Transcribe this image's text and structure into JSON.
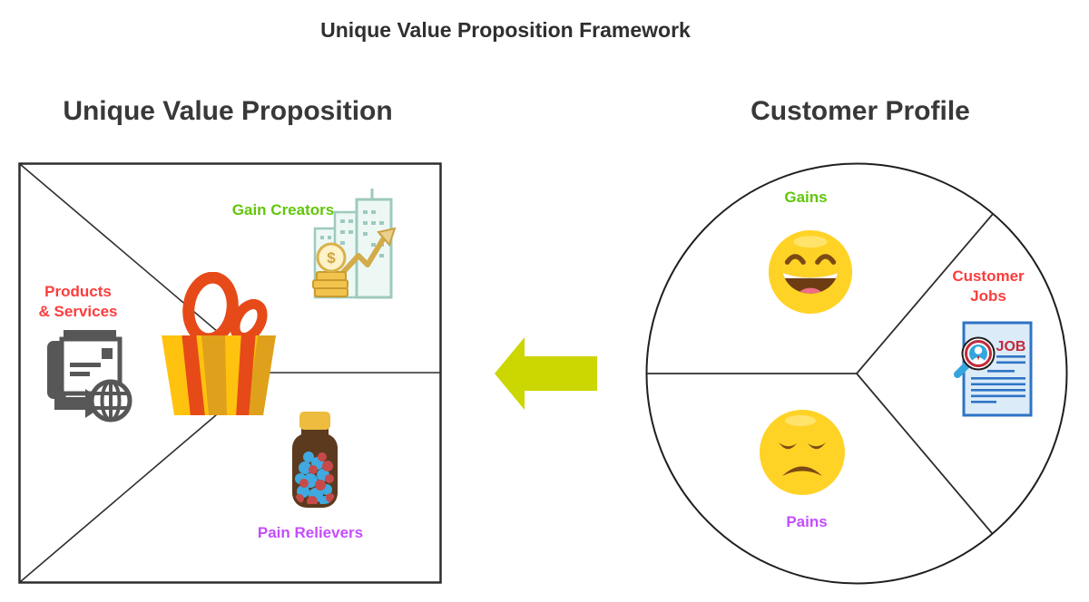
{
  "title": "Unique Value Proposition Framework",
  "colors": {
    "gain_green": "#62c60a",
    "job_red": "#fb3d3d",
    "pain_purple": "#c44dff",
    "arrow_yellow_green": "#ccd600",
    "outline": "#2d2d2d",
    "heading_gray": "#383838"
  },
  "left_panel": {
    "heading": "Unique Value Proposition",
    "shape": "square",
    "center_icon": "gift-bag",
    "coin_symbol": "$",
    "sections": {
      "gain_creators": {
        "label": "Gain Creators",
        "color": "#62c60a",
        "icon": "city-growth-icon"
      },
      "products_services": {
        "label": "Products\n& Services",
        "color": "#fb3d3d",
        "icon": "printer-globe-icon"
      },
      "pain_relievers": {
        "label": "Pain Relievers",
        "color": "#c44dff",
        "icon": "pill-bottle-icon"
      }
    }
  },
  "right_panel": {
    "heading": "Customer Profile",
    "shape": "circle",
    "sections": {
      "gains": {
        "label": "Gains",
        "color": "#62c60a",
        "icon": "happy-face-icon"
      },
      "customer_jobs": {
        "label": "Customer\nJobs",
        "color": "#fb3d3d",
        "icon": "job-document-icon",
        "document_text": "JOB"
      },
      "pains": {
        "label": "Pains",
        "color": "#c44dff",
        "icon": "sad-face-icon"
      }
    }
  },
  "arrow": {
    "direction": "left",
    "color": "#ccd600"
  }
}
